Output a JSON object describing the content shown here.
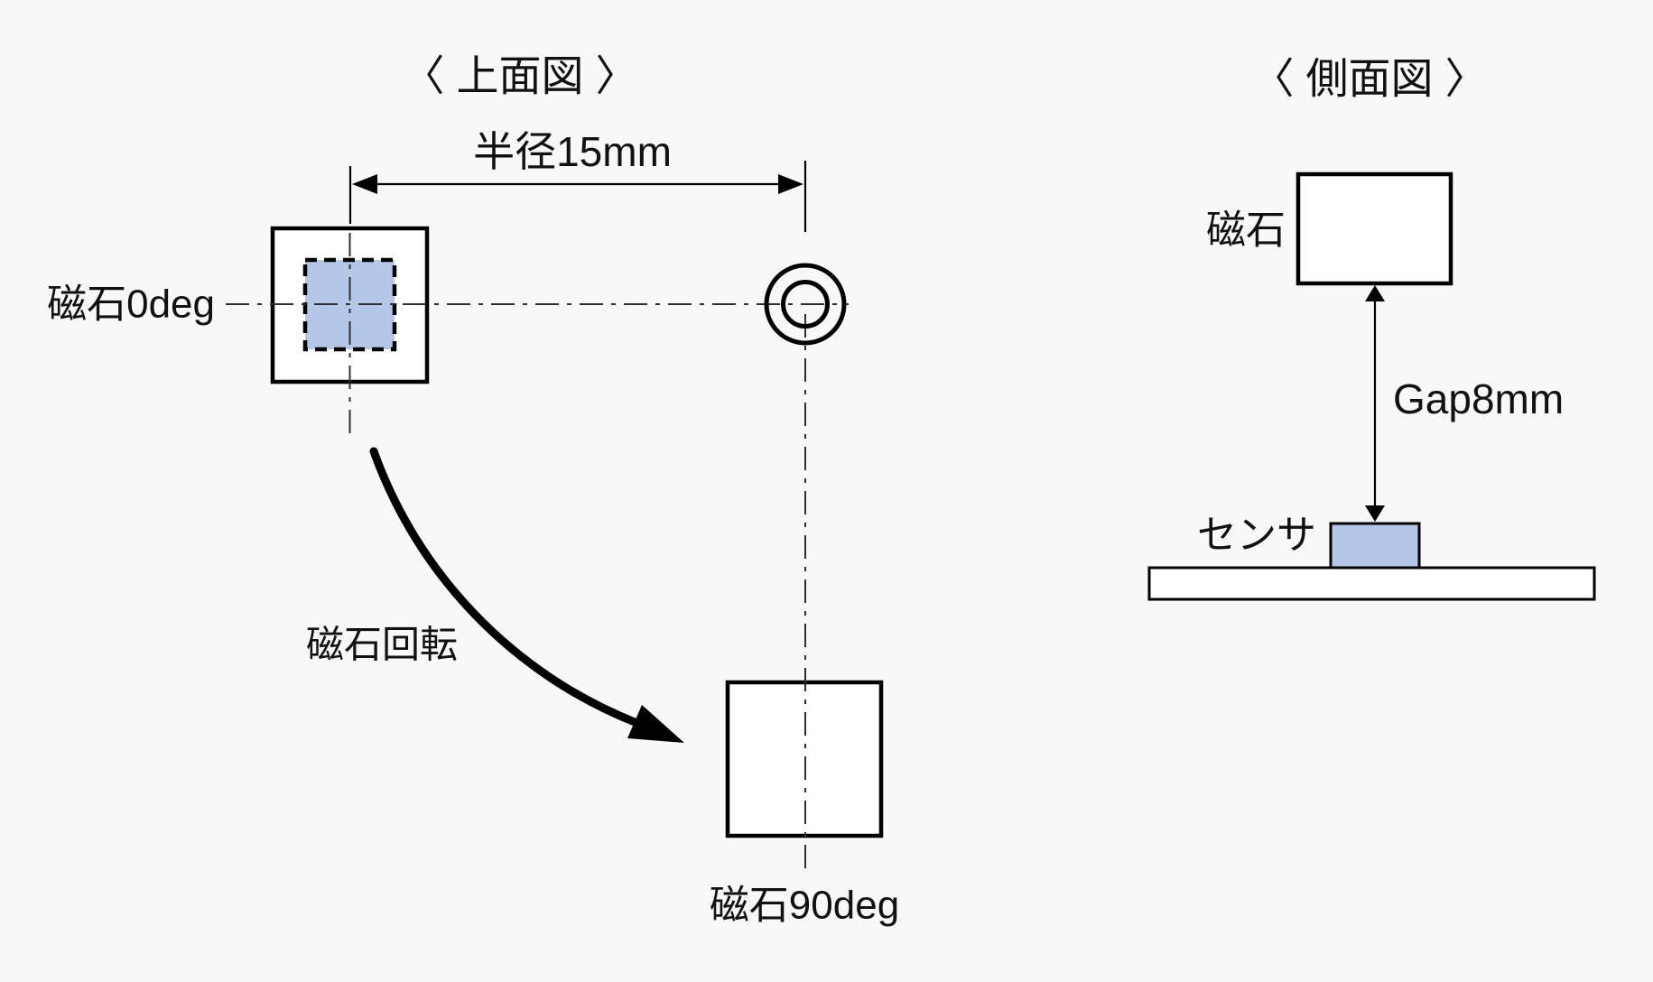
{
  "background_color": "#f8f8f8",
  "colors": {
    "line": "#000000",
    "magnet_fill": "#b4c7e7",
    "shape_fill": "#ffffff",
    "centerline": "#2f2f2f",
    "text": "#111111"
  },
  "top_view": {
    "title": "〈 上面図 〉",
    "radius_dimension_label": "半径15mm",
    "magnet_0deg_label": "磁石0deg",
    "rotation_arrow_label": "磁石回転",
    "magnet_90deg_label": "磁石90deg"
  },
  "side_view": {
    "title": "〈 側面図 〉",
    "magnet_label": "磁石",
    "gap_dimension_label": "Gap8mm",
    "sensor_label": "センサ"
  }
}
